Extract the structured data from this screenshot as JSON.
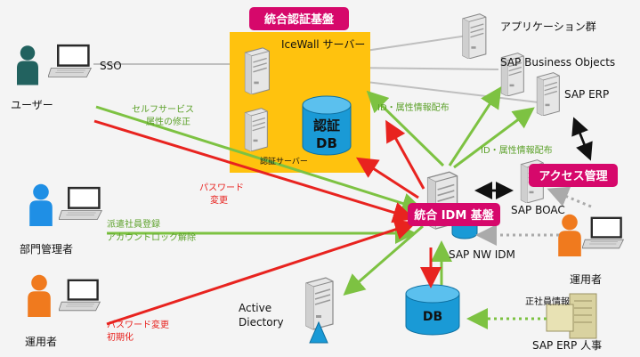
{
  "colors": {
    "background": "#f4f4f4",
    "green_arrow": "#7dc242",
    "red_arrow": "#e8231f",
    "gray_line": "#bfbfbf",
    "blue_accent": "#1a9ad6",
    "magenta_tag": "#d6086b",
    "yellow_box": "#ffc20e",
    "user_teal": "#22625f",
    "user_blue": "#1f8fe5",
    "user_orange": "#f07a1e"
  },
  "tags": {
    "auth_platform": "統合認証基盤",
    "idm_platform": "統合 IDM 基盤",
    "access_mgmt": "アクセス管理"
  },
  "labels": {
    "icewall_server": "IceWall サーバー",
    "auth_server": "認証サーバー",
    "auth_db_line1": "認証",
    "auth_db_line2": "DB",
    "app_group": "アプリケーション群",
    "sap_bo": "SAP Business Objects",
    "sap_erp": "SAP ERP",
    "sap_boac": "SAP BOAC",
    "sap_nw_idm": "SAP NW IDM",
    "db": "DB",
    "active_directory_line1": "Active",
    "active_directory_line2": "Diectory",
    "sap_erp_hr": "SAP ERP 人事",
    "sso": "SSO",
    "user": "ユーザー",
    "dept_admin": "部門管理者",
    "operator_left": "運用者",
    "operator_right": "運用者",
    "id_attr_1": "ID・属性情報配布",
    "id_attr_2": "ID・属性情報配布",
    "self_service_line1": "セルフサービス",
    "self_service_line2": "属性の修正",
    "password_change_line1": "パスワード",
    "password_change_line2": "変更",
    "dispatch_line1": "派遣社員登録",
    "dispatch_line2": "アカウントロック解除",
    "password_reset_line1": "パスワード変更",
    "password_reset_line2": "初期化",
    "employee_info": "正社員情報"
  }
}
